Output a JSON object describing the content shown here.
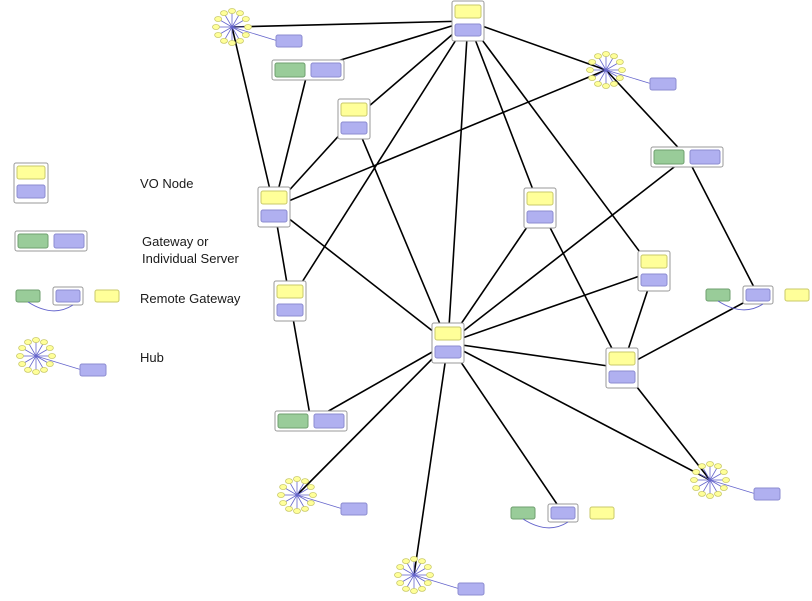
{
  "legend": {
    "vo_node": "VO Node",
    "gateway_line1": "Gateway or",
    "gateway_line2": "Individual Server",
    "remote_gateway": "Remote Gateway",
    "hub": "Hub"
  },
  "colors": {
    "yellow": "#ffff99",
    "blue": "#b0b0f0",
    "green": "#99cc99",
    "edge": "#000000",
    "hub_line": "#6666cc"
  },
  "diagram": {
    "nodes": [
      {
        "id": "vo-top",
        "kind": "vo"
      },
      {
        "id": "vo-upper-left",
        "kind": "vo"
      },
      {
        "id": "vo-left",
        "kind": "vo"
      },
      {
        "id": "vo-left-lower",
        "kind": "vo"
      },
      {
        "id": "vo-center",
        "kind": "vo"
      },
      {
        "id": "vo-right-mid",
        "kind": "vo"
      },
      {
        "id": "vo-right",
        "kind": "vo"
      },
      {
        "id": "vo-right-lower",
        "kind": "vo"
      },
      {
        "id": "gw-top-left",
        "kind": "gateway"
      },
      {
        "id": "gw-right",
        "kind": "gateway"
      },
      {
        "id": "gw-bottom-left",
        "kind": "gateway"
      },
      {
        "id": "rg-right",
        "kind": "remote"
      },
      {
        "id": "rg-bottom",
        "kind": "remote"
      },
      {
        "id": "hub-top-left",
        "kind": "hub"
      },
      {
        "id": "hub-top-right",
        "kind": "hub"
      },
      {
        "id": "hub-right-low",
        "kind": "hub"
      },
      {
        "id": "hub-bottom-left",
        "kind": "hub"
      },
      {
        "id": "hub-bottom",
        "kind": "hub"
      }
    ],
    "edges": [
      [
        "hub-top-left",
        "vo-top"
      ],
      [
        "vo-top",
        "gw-top-left"
      ],
      [
        "vo-top",
        "hub-top-right"
      ],
      [
        "vo-top",
        "vo-upper-left"
      ],
      [
        "vo-top",
        "vo-center"
      ],
      [
        "vo-top",
        "vo-right-mid"
      ],
      [
        "vo-top",
        "vo-right"
      ],
      [
        "hub-top-left",
        "vo-left"
      ],
      [
        "gw-top-left",
        "vo-left"
      ],
      [
        "vo-upper-left",
        "vo-left"
      ],
      [
        "vo-upper-left",
        "vo-center"
      ],
      [
        "hub-top-right",
        "vo-left"
      ],
      [
        "hub-top-right",
        "gw-right"
      ],
      [
        "vo-left",
        "vo-left-lower"
      ],
      [
        "vo-left",
        "vo-center"
      ],
      [
        "vo-top",
        "vo-left-lower"
      ],
      [
        "vo-left-lower",
        "gw-bottom-left"
      ],
      [
        "vo-right-mid",
        "vo-center"
      ],
      [
        "vo-right-mid",
        "vo-right-lower"
      ],
      [
        "gw-right",
        "vo-center"
      ],
      [
        "gw-right",
        "rg-right"
      ],
      [
        "vo-right",
        "vo-center"
      ],
      [
        "vo-right",
        "vo-right-lower"
      ],
      [
        "vo-center",
        "vo-right-lower"
      ],
      [
        "rg-right",
        "vo-right-lower"
      ],
      [
        "vo-center",
        "gw-bottom-left"
      ],
      [
        "vo-center",
        "hub-bottom-left"
      ],
      [
        "vo-center",
        "rg-bottom"
      ],
      [
        "vo-center",
        "hub-bottom"
      ],
      [
        "vo-center",
        "hub-right-low"
      ],
      [
        "vo-right-lower",
        "hub-right-low"
      ]
    ]
  }
}
